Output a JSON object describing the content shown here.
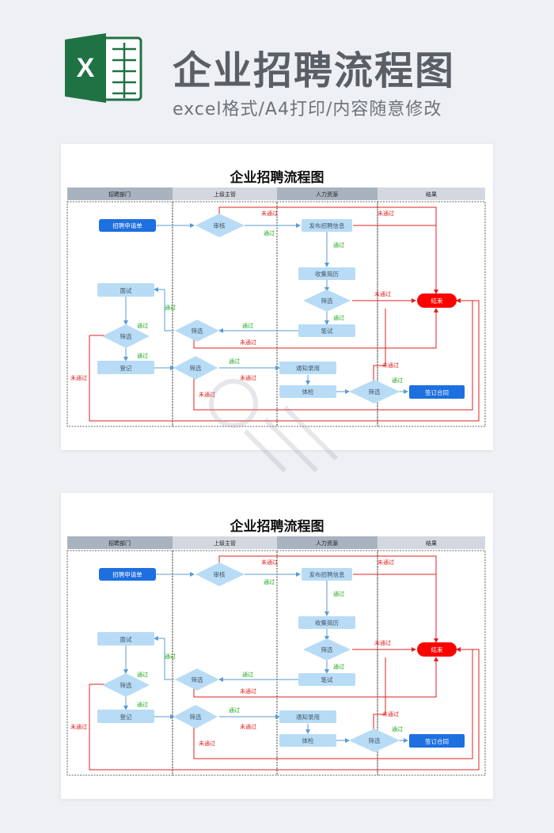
{
  "header": {
    "title": "企业招聘流程图",
    "subtitle": "excel格式/A4打印/内容随意修改",
    "logo_letter": "X",
    "logo_color": "#1f7244"
  },
  "sheet": {
    "title": "企业招聘流程图",
    "lanes": [
      "招聘部门",
      "上级主管",
      "人力资源",
      "结果"
    ],
    "nodes": {
      "apply": "招聘申请单",
      "review": "审核",
      "publish": "发布招聘信息",
      "collect": "收集简历",
      "screen_hr": "筛选",
      "interview": "面试",
      "screen_lead1": "筛选",
      "written_test": "笔试",
      "screen_dept": "筛选",
      "register": "登记",
      "screen_lead2": "筛选",
      "notify": "通知录用",
      "physical": "体检",
      "screen_final": "筛选",
      "end": "结束",
      "contract": "签订合同"
    },
    "edge_labels": {
      "pass": "通过",
      "fail": "未通过"
    }
  },
  "colors": {
    "lane_header_dark": "#a9b3bf",
    "lane_header_light": "#d3d8e0",
    "node_fill": "#b8dcf5",
    "node_text": "#445566",
    "start_fill": "#1e6fe0",
    "end_fill": "#ff0000",
    "contract_fill": "#1e6fe0",
    "pass_color": "#22aa22",
    "fail_color": "#e02020",
    "flow_color": "#5a9bd5"
  }
}
